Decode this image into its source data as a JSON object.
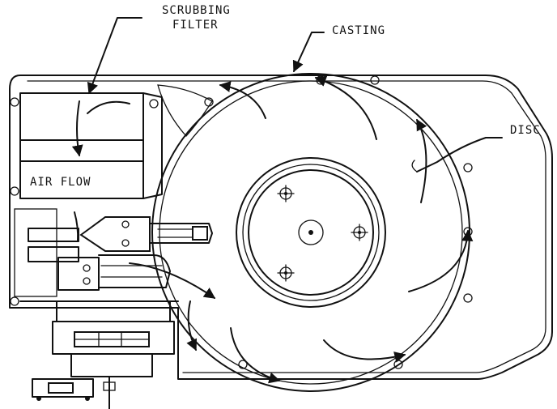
{
  "labels": {
    "scrubbing": "SCRUBBING",
    "filter": "FILTER",
    "casting": "CASTING",
    "disc": "DISC",
    "air_flow": "AIR FLOW"
  },
  "colors": {
    "ink": "#111111",
    "paper": "#ffffff"
  }
}
